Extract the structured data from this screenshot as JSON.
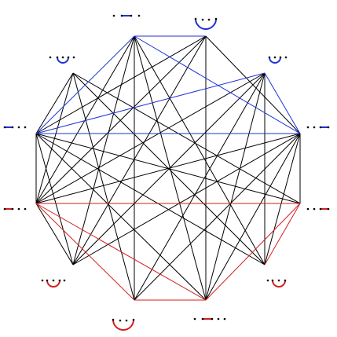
{
  "colors": {
    "edge_default": "#000000",
    "edge_blue": "#1f33d6",
    "edge_red": "#d61f1f",
    "label_blue": "#1f33d6",
    "label_red": "#d61f1f",
    "dot": "#000000"
  },
  "vertices": [
    {
      "id": "v0",
      "label_icon": "dot-dash-dot",
      "label_color": "blue"
    },
    {
      "id": "v1",
      "label_icon": "dots-arc",
      "label_color": "blue"
    },
    {
      "id": "v2",
      "label_icon": "dots-arc-dot",
      "label_color": "blue"
    },
    {
      "id": "v3",
      "label_icon": "dots-dash",
      "label_color": "blue"
    },
    {
      "id": "v4",
      "label_icon": "dots-dash",
      "label_color": "red"
    },
    {
      "id": "v5",
      "label_icon": "dot-arc-dot",
      "label_color": "red"
    },
    {
      "id": "v6",
      "label_icon": "dots-arc",
      "label_color": "red"
    },
    {
      "id": "v7",
      "label_icon": "dot-dash-dots",
      "label_color": "red"
    },
    {
      "id": "v8",
      "label_icon": "arc-dot",
      "label_color": "red"
    },
    {
      "id": "v9",
      "label_icon": "dash-dots",
      "label_color": "red"
    },
    {
      "id": "v10",
      "label_icon": "dash-dots",
      "label_color": "blue"
    },
    {
      "id": "v11",
      "label_icon": "arc-dots",
      "label_color": "blue"
    }
  ],
  "edges": [
    {
      "a": "v0",
      "b": "v10",
      "color": "blue"
    },
    {
      "a": "v0",
      "b": "v3",
      "color": "blue"
    },
    {
      "a": "v0",
      "b": "v1",
      "color": "blue"
    },
    {
      "a": "v3",
      "b": "v10",
      "color": "blue"
    },
    {
      "a": "v10",
      "b": "v11",
      "color": "blue"
    },
    {
      "a": "v3",
      "b": "v11",
      "color": "blue"
    },
    {
      "a": "v4",
      "b": "v9",
      "color": "red"
    },
    {
      "a": "v4",
      "b": "v7",
      "color": "red"
    },
    {
      "a": "v4",
      "b": "v6",
      "color": "red"
    },
    {
      "a": "v6",
      "b": "v7",
      "color": "red"
    },
    {
      "a": "v7",
      "b": "v9",
      "color": "red"
    },
    {
      "a": "v8",
      "b": "v9",
      "color": "red"
    },
    {
      "a": "v0",
      "b": "v7",
      "color": "default"
    },
    {
      "a": "v0",
      "b": "v6",
      "color": "default"
    },
    {
      "a": "v0",
      "b": "v4",
      "color": "default"
    },
    {
      "a": "v0",
      "b": "v8",
      "color": "default"
    },
    {
      "a": "v0",
      "b": "v5",
      "color": "default"
    },
    {
      "a": "v1",
      "b": "v7",
      "color": "default"
    },
    {
      "a": "v1",
      "b": "v10",
      "color": "default"
    },
    {
      "a": "v1",
      "b": "v3",
      "color": "default"
    },
    {
      "a": "v1",
      "b": "v5",
      "color": "default"
    },
    {
      "a": "v1",
      "b": "v4",
      "color": "default"
    },
    {
      "a": "v2",
      "b": "v3",
      "color": "default"
    },
    {
      "a": "v2",
      "b": "v9",
      "color": "default"
    },
    {
      "a": "v2",
      "b": "v8",
      "color": "default"
    },
    {
      "a": "v2",
      "b": "v6",
      "color": "default"
    },
    {
      "a": "v3",
      "b": "v4",
      "color": "default"
    },
    {
      "a": "v3",
      "b": "v8",
      "color": "default"
    },
    {
      "a": "v3",
      "b": "v9",
      "color": "default"
    },
    {
      "a": "v3",
      "b": "v5",
      "color": "default"
    },
    {
      "a": "v3",
      "b": "v7",
      "color": "default"
    },
    {
      "a": "v4",
      "b": "v10",
      "color": "default"
    },
    {
      "a": "v4",
      "b": "v11",
      "color": "default"
    },
    {
      "a": "v4",
      "b": "v5",
      "color": "default"
    },
    {
      "a": "v5",
      "b": "v11",
      "color": "default"
    },
    {
      "a": "v5",
      "b": "v10",
      "color": "default"
    },
    {
      "a": "v6",
      "b": "v11",
      "color": "default"
    },
    {
      "a": "v7",
      "b": "v10",
      "color": "default"
    },
    {
      "a": "v7",
      "b": "v11",
      "color": "default"
    },
    {
      "a": "v8",
      "b": "v10",
      "color": "default"
    },
    {
      "a": "v8",
      "b": "v11",
      "color": "default"
    },
    {
      "a": "v9",
      "b": "v10",
      "color": "default"
    },
    {
      "a": "v6",
      "b": "v10",
      "color": "default"
    },
    {
      "a": "v2",
      "b": "v4",
      "color": "default"
    }
  ]
}
